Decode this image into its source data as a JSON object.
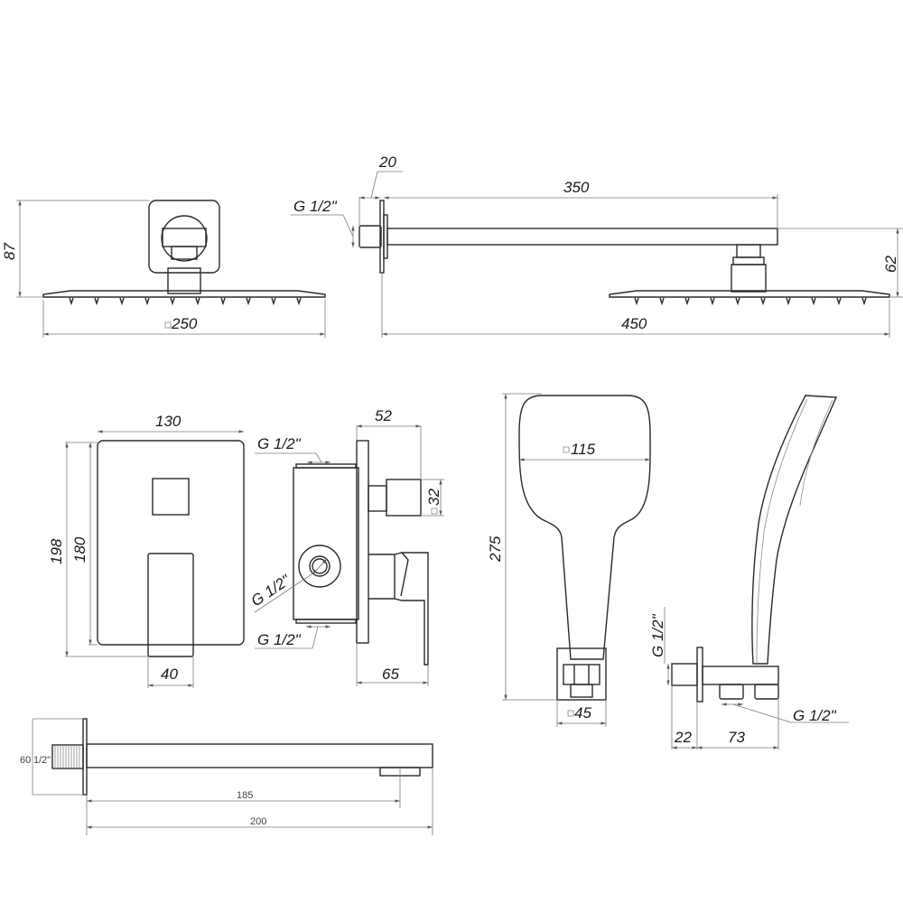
{
  "title": "Concealed shower system technical drawing",
  "views": {
    "overhead_shower_front": {
      "height": "87",
      "width": "250",
      "width_prefix": "square"
    },
    "shower_arm_side": {
      "flange": "20",
      "thread": "G 1/2\"",
      "arm_length": "350",
      "total_length": "450",
      "drop_height": "62"
    },
    "mixer_front": {
      "width": "130",
      "outer_height": "198",
      "plate_height": "180",
      "lever_width": "40"
    },
    "mixer_side": {
      "depth_outlet": "52",
      "outlet_square": "32",
      "lever_depth": "65",
      "thread_top": "G 1/2\"",
      "thread_side": "G 1/2\"",
      "thread_bottom": "G 1/2\""
    },
    "hand_shower": {
      "head_width": "115",
      "length": "275",
      "holder_square": "45"
    },
    "hand_shower_side": {
      "thread_inlet": "G 1/2\"",
      "thread_outlet": "G 1/2\"",
      "wall_offset": "22",
      "holder_length": "73"
    },
    "spout": {
      "flange_height": "60",
      "thread": "1/2\"",
      "outlet_distance": "185",
      "length": "200"
    }
  },
  "colors": {
    "line": "#2a2a2a",
    "dimension": "#7a7a7a",
    "background": "#ffffff"
  }
}
